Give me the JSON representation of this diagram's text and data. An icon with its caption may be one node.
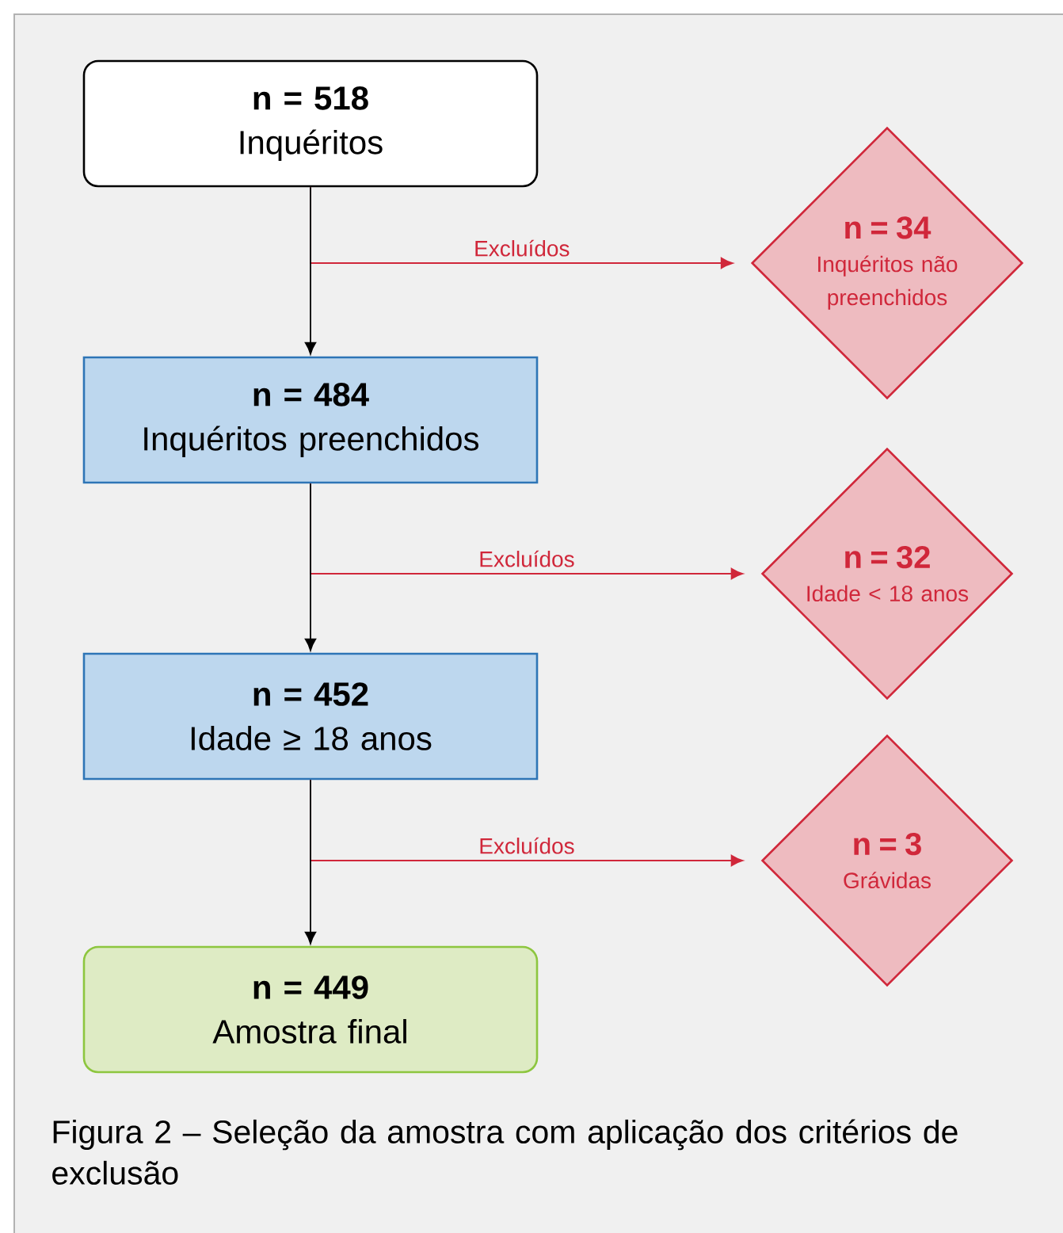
{
  "diagram": {
    "caption": "Figura 2 – Seleção da amostra com aplicação dos critérios de exclusão",
    "nodes": [
      {
        "text": [
          "n = 518",
          "Inquéritos"
        ]
      },
      {
        "text": [
          "n = 34",
          "Inquéritos não preenchidos"
        ]
      },
      {
        "text": [
          "n = 484",
          "Inquéritos preenchidos"
        ]
      },
      {
        "text": [
          "n = 32",
          "Idade < 18 anos"
        ]
      },
      {
        "text": [
          "n = 452",
          "Idade ≥ 18 anos"
        ]
      },
      {
        "text": [
          "n = 3",
          "Grávidas"
        ]
      },
      {
        "text": [
          "n = 449",
          "Amostra final"
        ]
      }
    ],
    "edges": [
      {
        "from": 0,
        "to": 2,
        "arrow": "to"
      },
      {
        "from": 0,
        "to": 1,
        "arrow": "to",
        "label": "Excluídos",
        "color": "#d0273a"
      },
      {
        "from": 2,
        "to": 4,
        "arrow": "to"
      },
      {
        "from": 2,
        "to": 3,
        "arrow": "to",
        "label": "Excluídos",
        "color": "#d0273a"
      },
      {
        "from": 4,
        "to": 6,
        "arrow": "to"
      },
      {
        "from": 4,
        "to": 5,
        "arrow": "to",
        "label": "Excluídos",
        "color": "#d0273a"
      }
    ]
  }
}
